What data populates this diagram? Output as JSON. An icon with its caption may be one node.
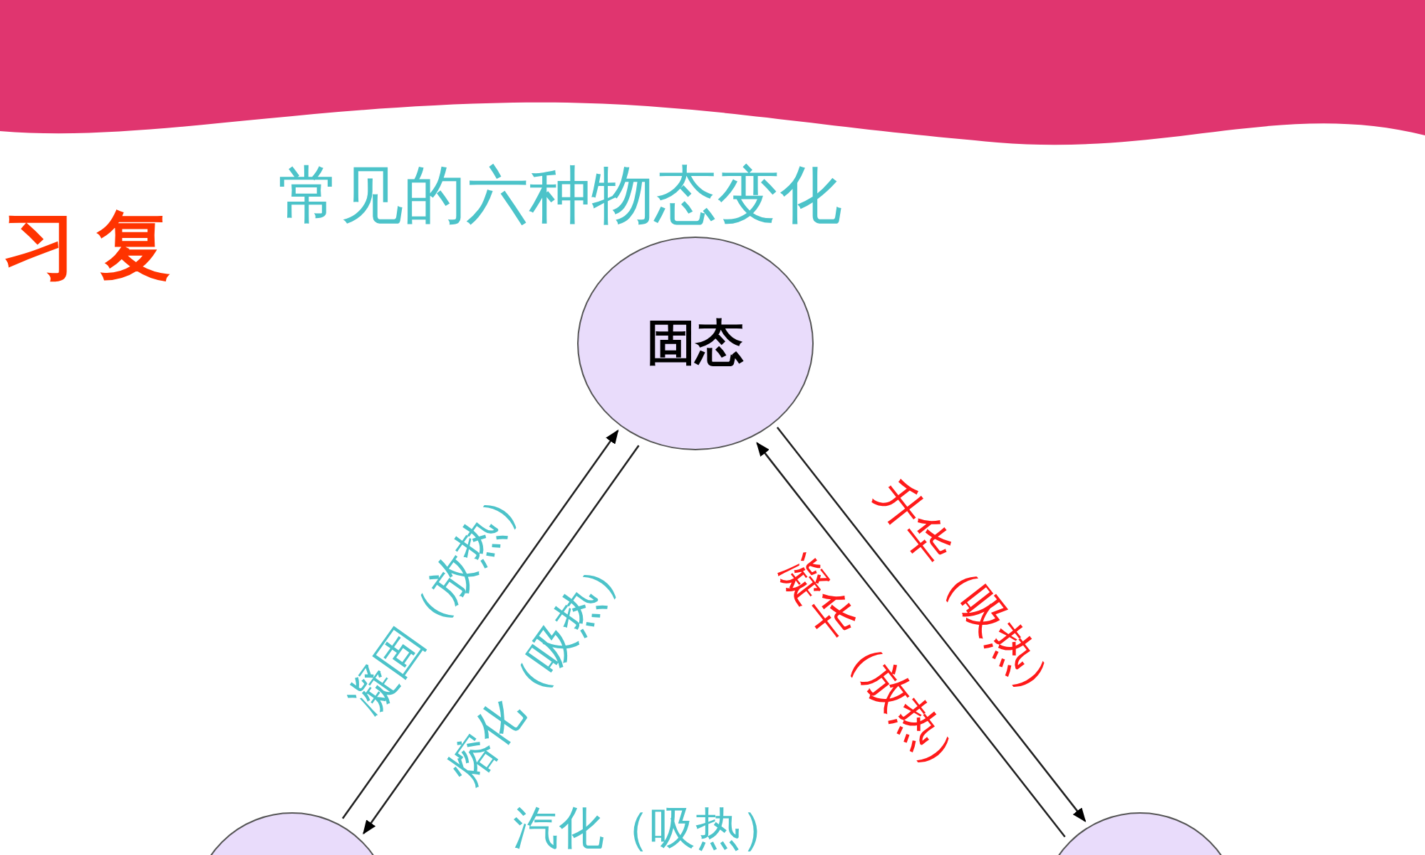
{
  "diagram": {
    "title": "常见的六种物态变化",
    "nodes": [
      {
        "text": [
          "固态"
        ]
      },
      {
        "text": [],
        "shape": "circle"
      },
      {
        "text": [],
        "shape": "circle"
      }
    ],
    "edges": [
      {
        "from": 1,
        "to": 0,
        "arrow": "to",
        "label": "凝固（放热）"
      },
      {
        "from": 0,
        "to": 1,
        "arrow": "to",
        "label": "熔化（吸热）"
      },
      {
        "from": 0,
        "to": 2,
        "arrow": "to",
        "label": "升华（吸热）"
      },
      {
        "from": 2,
        "to": 0,
        "arrow": "to",
        "label": "凝华（放热）"
      }
    ],
    "labels": [
      "习复",
      "汽化（吸热）"
    ]
  }
}
